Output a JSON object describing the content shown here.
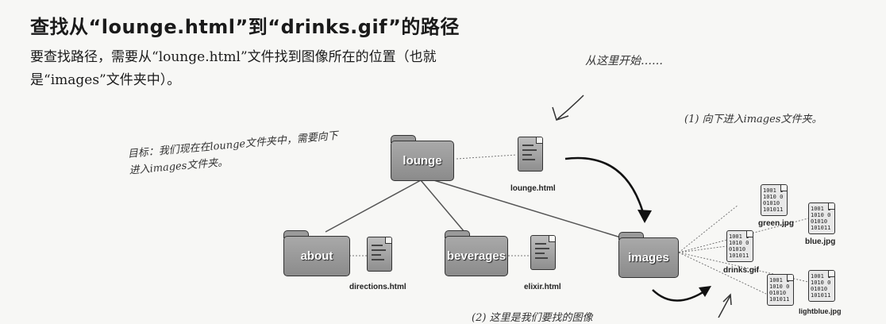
{
  "heading": "查找从“lounge.html”到“drinks.gif”的路径",
  "intro": "要查找路径，需要从“lounge.html”文件找到图像所在的位置（也就是“images”文件夹中）。",
  "annotations": {
    "start_here": "从这里开始……",
    "step1": "(1) 向下进入images文件夹。",
    "goal": "目标：我们现在在lounge文件夹中，需要向下进入images文件夹。",
    "bottom_note": "(2) 这里是我们要找的图像"
  },
  "folders": {
    "lounge": "lounge",
    "about": "about",
    "beverages": "beverages",
    "images": "images"
  },
  "files": {
    "lounge_html": "lounge.html",
    "directions_html": "directions.html",
    "elixir_html": "elixir.html",
    "drinks_gif": "drinks.gif",
    "green_jpg": "green.jpg",
    "blue_jpg": "blue.jpg",
    "lightblue_jpg": "lightblue.jpg"
  },
  "image_file_glyph": "1001 11010 001010 101011"
}
